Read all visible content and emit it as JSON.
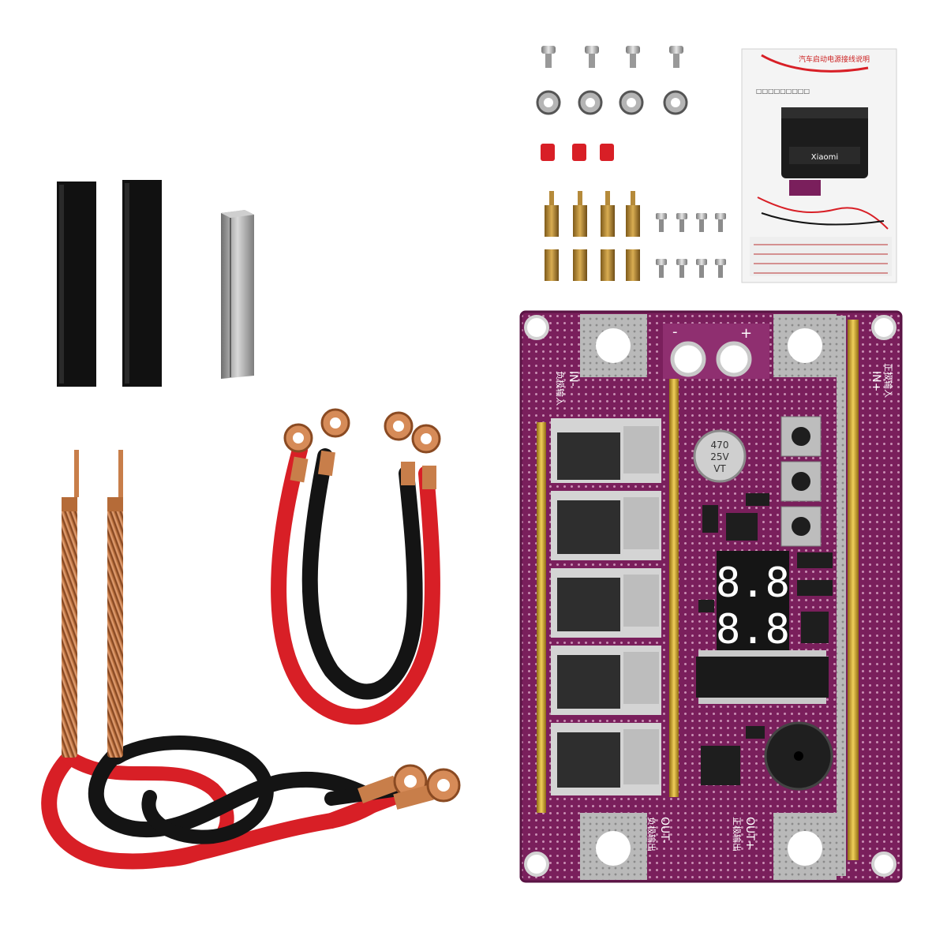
{
  "image": {
    "subject": "spot welder kit",
    "background": "#ffffff"
  },
  "board": {
    "labels": {
      "in_minus": "IN-",
      "in_minus_cn": "负极输入",
      "in_plus": "IN+",
      "in_plus_cn": "正极输入",
      "out_minus": "OUT-",
      "out_minus_cn": "负极输出",
      "out_plus": "OUT+",
      "out_plus_cn": "正极输出",
      "minus": "-",
      "plus": "+"
    },
    "capacitor": {
      "line1": "470",
      "line2": "25V",
      "line3": "VT"
    },
    "display": {
      "top": "8.8",
      "bottom": "8.8"
    },
    "mosfet_count": 5,
    "button_count": 3
  },
  "manual": {
    "title": "汽车启动电源接线说明",
    "battery_brand": "Xiaomi"
  },
  "colors": {
    "pcb": "#7a1f5c",
    "copper": "#c87e4a",
    "wire_red": "#d81f26",
    "wire_black": "#141414",
    "gold_bar": "#c9a227",
    "nickel": "#9a9a9a"
  }
}
